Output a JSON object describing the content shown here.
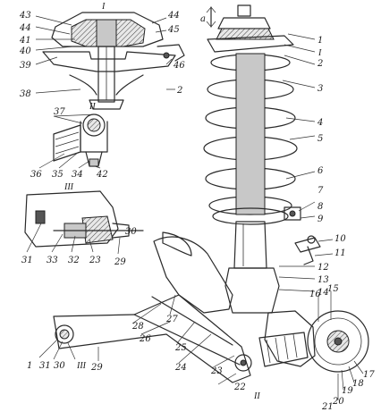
{
  "callouts": {
    "c1": "1",
    "c2": "2",
    "c3": "3",
    "c4": "4",
    "c5": "5",
    "c6": "6",
    "c7": "7",
    "c8": "8",
    "c9": "9",
    "c10": "10",
    "c11": "11",
    "c12": "12",
    "c13": "13",
    "c14": "14",
    "c15": "15",
    "c16": "16",
    "c17": "17",
    "c18": "18",
    "c19": "19",
    "c20": "20",
    "c21": "21",
    "c22": "22",
    "c23": "23",
    "c24": "24",
    "c25": "25",
    "c26": "26",
    "c27": "27",
    "c28": "28",
    "c29": "29",
    "c30": "30",
    "c31": "31",
    "c32": "32",
    "c33": "33",
    "c34": "34",
    "c35": "35",
    "c36": "36",
    "c37": "37",
    "c38": "38",
    "c39": "39",
    "c40": "40",
    "c41": "41",
    "c42": "42",
    "c43": "43",
    "c44": "44",
    "c45": "45",
    "c46": "46",
    "c1b": "1",
    "c2b": "2",
    "c23b": "23",
    "c29b": "29",
    "c30b": "30",
    "c31b": "31",
    "c44b": "44"
  },
  "views": {
    "v1": "I",
    "v1b": "I",
    "v2": "II",
    "v2b": "II",
    "v3": "III",
    "v3b": "III"
  },
  "dimension": "a"
}
